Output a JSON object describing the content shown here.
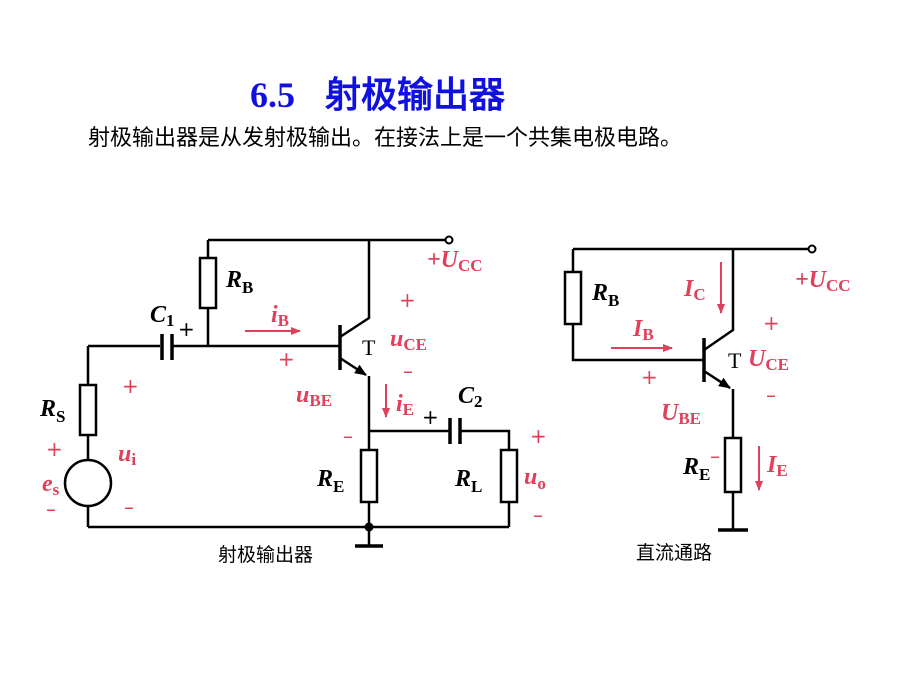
{
  "title": {
    "number": "6.5",
    "text": "射极输出器"
  },
  "subtitle": "射极输出器是从发射极输出。在接法上是一个共集电极电路。",
  "left_circuit": {
    "caption": "射极输出器",
    "RB": {
      "main": "R",
      "sub": "B"
    },
    "C1": {
      "main": "C",
      "sub": "1"
    },
    "C2": {
      "main": "C",
      "sub": "2"
    },
    "RS": {
      "main": "R",
      "sub": "S"
    },
    "RE": {
      "main": "R",
      "sub": "E"
    },
    "RL": {
      "main": "R",
      "sub": "L"
    },
    "es": {
      "main": "e",
      "sub": "s"
    },
    "ui": {
      "main": "u",
      "sub": "i"
    },
    "uo": {
      "main": "u",
      "sub": "o"
    },
    "iB": {
      "main": "i",
      "sub": "B"
    },
    "iE": {
      "main": "i",
      "sub": "E"
    },
    "uCE": {
      "main": "u",
      "sub": "CE"
    },
    "uBE": {
      "main": "u",
      "sub": "BE"
    },
    "Ucc": {
      "main": "+U",
      "sub": "CC"
    },
    "T": "T",
    "plus": "+",
    "minus": "–"
  },
  "right_circuit": {
    "caption": "直流通路",
    "RB": {
      "main": "R",
      "sub": "B"
    },
    "RE": {
      "main": "R",
      "sub": "E"
    },
    "IC": {
      "main": "I",
      "sub": "C"
    },
    "IB": {
      "main": "I",
      "sub": "B"
    },
    "IE": {
      "main": "I",
      "sub": "E"
    },
    "UCE": {
      "main": "U",
      "sub": "CE"
    },
    "UBE": {
      "main": "U",
      "sub": "BE"
    },
    "Ucc": {
      "main": "+U",
      "sub": "CC"
    },
    "T": "T"
  },
  "colors": {
    "title": "#1010e0",
    "annotation": "#e0405a",
    "wire": "#000000"
  }
}
